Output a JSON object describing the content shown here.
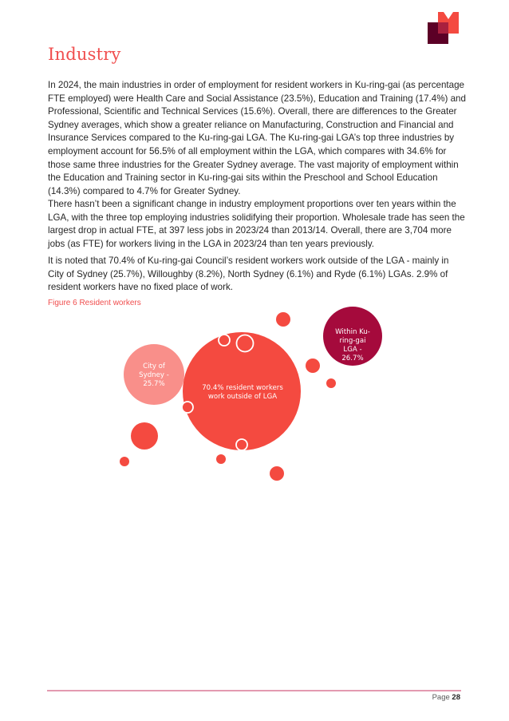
{
  "header": {
    "logo_icon": "m-logo-icon",
    "colors": {
      "dark": "#5c0026",
      "bright": "#f44a40",
      "overlap": "#a9203e"
    }
  },
  "page_title": "Industry",
  "paragraphs": [
    "In 2024, the main industries in order of employment for resident workers in Ku-ring-gai (as percentage FTE employed) were Health Care and Social Assistance (23.5%), Education and Training (17.4%) and Professional, Scientific and Technical Services (15.6%). Overall, there are differences to the Greater Sydney averages, which show a greater reliance on Manufacturing, Construction and Financial and Insurance Services compared to the Ku-ring-gai LGA. The Ku-ring-gai LGA’s top three industries by employment account for 56.5% of all employment within the LGA, which compares with 34.6% for those same three industries for the Greater Sydney average. The vast majority of employment within the Education and Training sector in Ku-ring-gai sits within the Preschool and School Education (14.3%) compared to 4.7% for Greater Sydney.",
    "There hasn’t been a significant change in industry employment proportions over ten years within the LGA, with the three top employing industries solidifying their proportion. Wholesale trade has seen the largest drop in actual FTE, at 397 less jobs in 2023/24 than 2013/14. Overall, there are 3,704 more jobs (as FTE) for workers living in the LGA in 2023/24 than ten years previously.",
    "It is noted that 70.4% of Ku-ring-gai Council’s resident workers work outside of the LGA - mainly in City of Sydney (25.7%), Willoughby (8.2%), North Sydney (6.1%) and Ryde (6.1%) LGAs. 2.9% of resident workers have no fixed place of work."
  ],
  "figure": {
    "caption": "Figure 6  Resident workers",
    "labels": {
      "outside": [
        "70.4% resident workers",
        "work outside of LGA"
      ],
      "city": [
        "City of",
        "Sydney -",
        "25.7%"
      ],
      "within": [
        "Within Ku-",
        "ring-gai",
        "LGA -",
        "26.7%"
      ]
    }
  },
  "chart_data": {
    "type": "bubble",
    "title": "Figure 6  Resident workers",
    "series": [
      {
        "name": "Work outside of LGA",
        "value": 70.4,
        "label": "70.4% resident workers work outside of LGA",
        "color": "#f44a40"
      },
      {
        "name": "City of Sydney",
        "value": 25.7,
        "label": "City of Sydney - 25.7%",
        "color": "#f98f8a"
      },
      {
        "name": "Within Ku-ring-gai LGA",
        "value": 26.7,
        "label": "Within Ku-ring-gai LGA - 26.7%",
        "color": "#a50a3c"
      }
    ],
    "decorative_bubbles": 11,
    "axes": "none",
    "legend": "none"
  },
  "footer": {
    "page_label": "Page",
    "page_number": "28"
  }
}
